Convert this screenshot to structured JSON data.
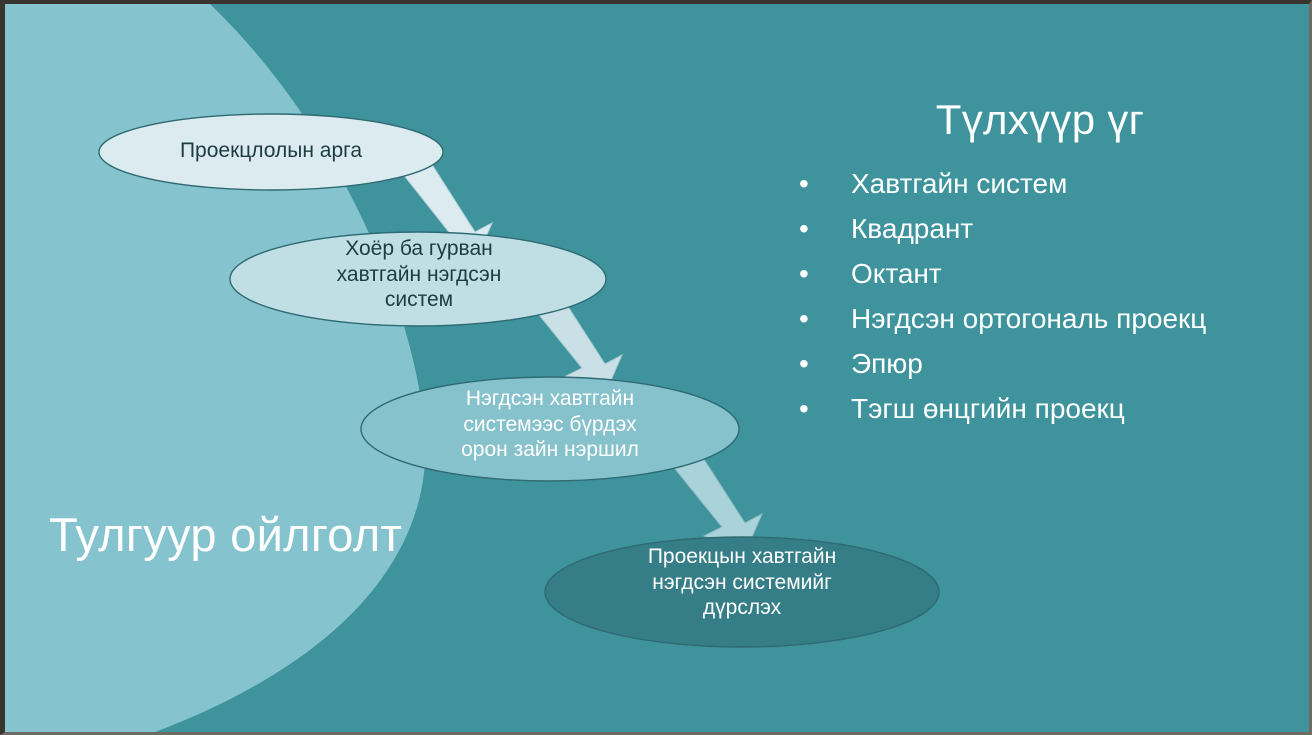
{
  "slide": {
    "section_title": "Тулгуур ойлголт",
    "colors": {
      "background_dark_teal": "#3E939C",
      "background_light_teal": "#85C3CE",
      "node_fill_1": "#DCEBEF",
      "node_fill_2": "#BFDFE5",
      "node_fill_3": "#86C2CC",
      "node_fill_4": "#357D87",
      "node_stroke": "#2F6A73",
      "arrow_fill_1": "#DCEBEF",
      "arrow_fill_2": "#C8E0E6",
      "arrow_fill_3": "#A9D2DA",
      "text_dark": "#1D3B42",
      "text_light": "#FFFFFF"
    }
  },
  "flow": {
    "nodes": [
      {
        "id": "node-1",
        "label": "Проекцлолын арга"
      },
      {
        "id": "node-2",
        "label": "Хоёр ба гурван\nхавтгайн нэгдсэн\nсистем"
      },
      {
        "id": "node-3",
        "label": "Нэгдсэн хавтгайн\nсистемээс бүрдэх\nорон зайн нэршил"
      },
      {
        "id": "node-4",
        "label": "Проекцын хавтгайн\nнэгдсэн системийг\nдүрслэх"
      }
    ],
    "arrows": [
      {
        "id": "arrow-1",
        "from": "node-1",
        "to": "node-2"
      },
      {
        "id": "arrow-2",
        "from": "node-2",
        "to": "node-3"
      },
      {
        "id": "arrow-3",
        "from": "node-3",
        "to": "node-4"
      }
    ]
  },
  "keywords": {
    "heading": "Түлхүүр үг",
    "bullet_glyph": "•",
    "items": [
      "Хавтгайн систем",
      "Квадрант",
      "Октант",
      "Нэгдсэн ортогональ проекц",
      "Эпюр",
      "Тэгш өнцгийн проекц"
    ]
  }
}
